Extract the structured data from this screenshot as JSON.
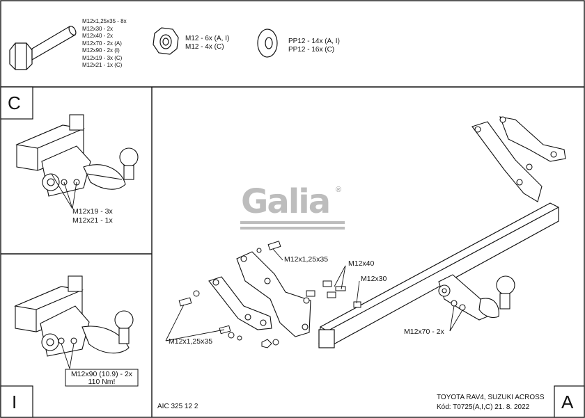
{
  "header": {
    "bolt_specs": [
      "M12x1,25x35 - 8x",
      "M12x30 - 2x",
      "M12x40 - 2x",
      "M12x70 - 2x (A)",
      "M12x90 - 2x (I)",
      "M12x19 - 3x (C)",
      "M12x21 - 1x (C)"
    ],
    "nut_specs": [
      "M12 - 6x (A, I)",
      "M12 - 4x (C)"
    ],
    "washer_specs": [
      "PP12 - 14x (A, I)",
      "PP12 - 16x (C)"
    ]
  },
  "panel_c": {
    "letter": "C",
    "labels": [
      "M12x19 - 3x",
      "M12x21 - 1x"
    ]
  },
  "panel_i": {
    "letter": "I",
    "label_line1": "M12x90 (10.9) - 2x",
    "label_line2": "110 Nm!"
  },
  "main": {
    "letter": "A",
    "logo": "Galia",
    "callouts": {
      "m12x125x35_top": "M12x1,25x35",
      "m12x40": "M12x40",
      "m12x30": "M12x30",
      "m12x125x35_bottom": "M12x1,25x35",
      "m12x70": "M12x70 - 2x"
    },
    "code_left": "AIC 325 12 2",
    "vehicle": "TOYOTA RAV4, SUZUKI ACROSS",
    "kod": "Kód: T0725(A,I,C)  21. 8. 2022"
  }
}
